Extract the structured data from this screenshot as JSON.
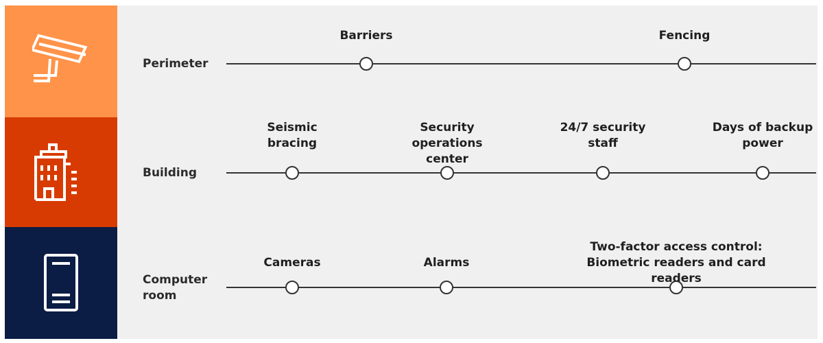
{
  "colors": {
    "perimeter": "#ff9349",
    "building": "#d83b01",
    "computer_room": "#0b1c45",
    "background": "#f0f0f0"
  },
  "rows": [
    {
      "label": "Perimeter",
      "icon": "security-camera-icon",
      "items": [
        "Barriers",
        "Fencing"
      ]
    },
    {
      "label": "Building",
      "icon": "office-building-icon",
      "items": [
        "Seismic bracing",
        "Security operations center",
        "24/7 security staff",
        "Days of backup power"
      ]
    },
    {
      "label": "Computer room",
      "icon": "server-icon",
      "items": [
        "Cameras",
        "Alarms",
        "Two-factor access control: Biometric readers and card readers"
      ]
    }
  ]
}
